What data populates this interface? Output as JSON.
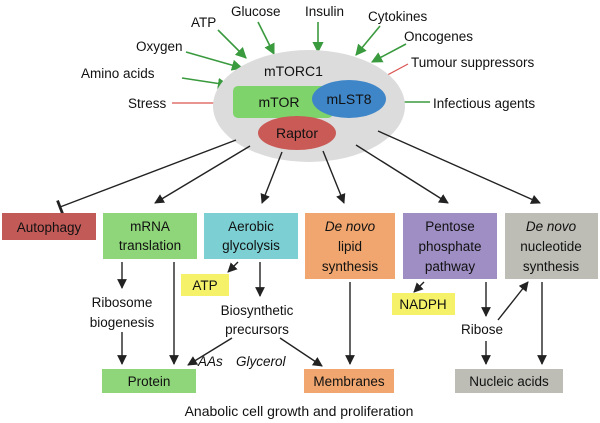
{
  "inputs": {
    "atp": "ATP",
    "glucose": "Glucose",
    "insulin": "Insulin",
    "cytokines": "Cytokines",
    "oxygen": "Oxygen",
    "oncogenes": "Oncogenes",
    "amino_acids": "Amino acids",
    "tumour_suppressors": "Tumour suppressors",
    "stress": "Stress",
    "infectious_agents": "Infectious agents"
  },
  "complex": {
    "title": "mTORC1",
    "mtor": "mTOR",
    "mlst8": "mLST8",
    "raptor": "Raptor"
  },
  "outputs": {
    "autophagy": "Autophagy",
    "mrna_1": "mRNA",
    "mrna_2": "translation",
    "aerobic_1": "Aerobic",
    "aerobic_2": "glycolysis",
    "lipid_1": "De novo",
    "lipid_2": "lipid",
    "lipid_3": "synthesis",
    "pentose_1": "Pentose",
    "pentose_2": "phosphate",
    "pentose_3": "pathway",
    "nucleotide_1": "De novo",
    "nucleotide_2": "nucleotide",
    "nucleotide_3": "synthesis"
  },
  "intermediates": {
    "atp": "ATP",
    "nadph": "NADPH",
    "ribosome_1": "Ribosome",
    "ribosome_2": "biogenesis",
    "biosynthetic_1": "Biosynthetic",
    "biosynthetic_2": "precursors",
    "ribose": "Ribose",
    "aas": "AAs",
    "glycerol": "Glycerol"
  },
  "products": {
    "protein": "Protein",
    "membranes": "Membranes",
    "nucleic_acids": "Nucleic acids"
  },
  "footer": "Anabolic cell growth and proliferation",
  "colors": {
    "activate_arrow": "#3a9a3e",
    "inhibit_arrow": "#d9534f",
    "mtor": "#7ed36a",
    "mlst8": "#3f86c9",
    "raptor": "#c95a55",
    "complex_bg": "#dcdcdc",
    "autophagy": "#c25b58",
    "green_box": "#8fd57a",
    "teal_box": "#7ccfd3",
    "orange_box": "#f0a66e",
    "purple_box": "#9e8ec4",
    "gray_box": "#bdbdb6",
    "yellow_box": "#f5f26a"
  }
}
